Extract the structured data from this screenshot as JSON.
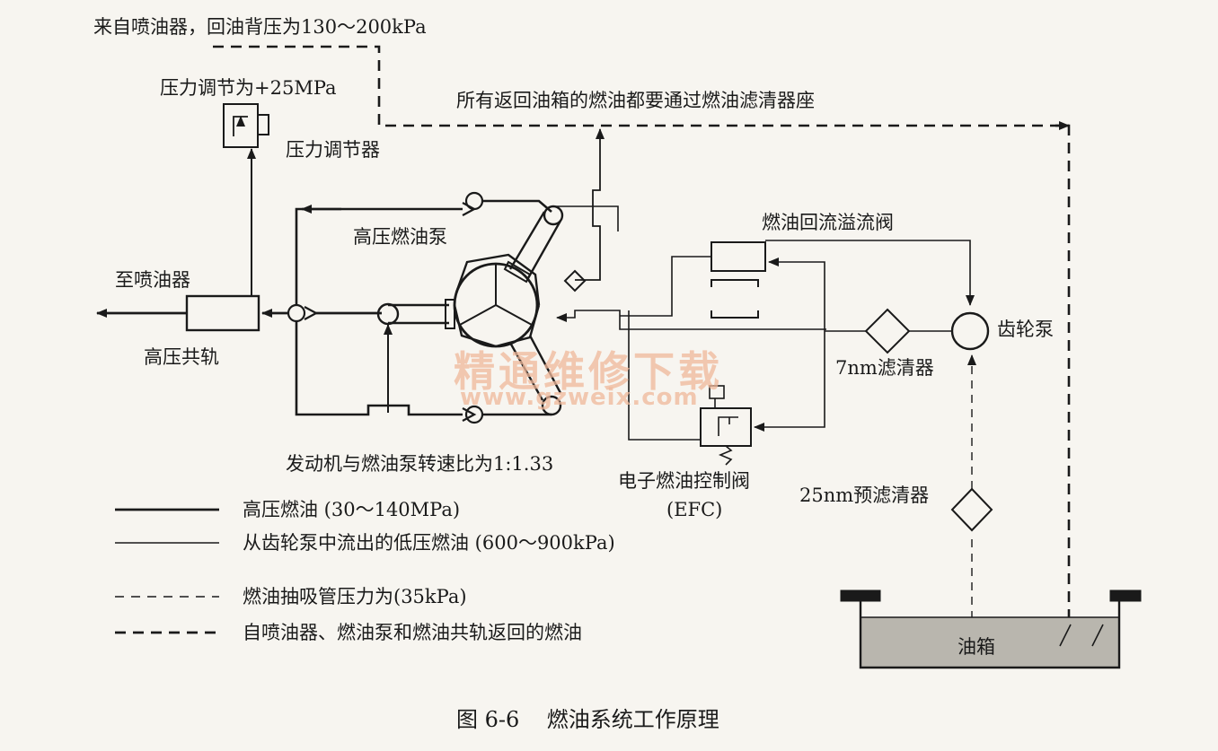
{
  "labels": {
    "injector_return": "来自喷油器，回油背压为130～200kPa",
    "pressure_setting": "压力调节为+25MPa",
    "pressure_regulator": "压力调节器",
    "filter_seat_note": "所有返回油箱的燃油都要通过燃油滤清器座",
    "high_pressure_pump": "高压燃油泵",
    "overflow_valve": "燃油回流溢流阀",
    "to_injectors": "至喷油器",
    "common_rail": "高压共轨",
    "gear_pump": "齿轮泵",
    "filter_7nm": "7nm滤清器",
    "speed_ratio": "发动机与燃油泵转速比为1:1.33",
    "efc_valve": "电子燃油控制阀",
    "efc_abbr": "(EFC)",
    "prefilter_25nm": "25nm预滤清器",
    "fuel_tank": "油箱"
  },
  "legend": [
    {
      "style": "thick-solid",
      "text": "高压燃油 (30～140MPa)"
    },
    {
      "style": "thin-solid",
      "text": "从齿轮泵中流出的低压燃油 (600～900kPa)"
    },
    {
      "style": "thin-dashed",
      "text": "燃油抽吸管压力为(35kPa)"
    },
    {
      "style": "thick-dashed",
      "text": "自喷油器、燃油泵和燃油共轨返回的燃油"
    }
  ],
  "watermark": {
    "cn": "精通维修下载",
    "url": "www.gzweix.com"
  },
  "caption": "图 6-6    燃油系统工作原理",
  "colors": {
    "line": "#1a1a1a",
    "tank_fill": "#b9b6ae",
    "watermark": "#f0b89a",
    "background": "#f7f5f0"
  }
}
